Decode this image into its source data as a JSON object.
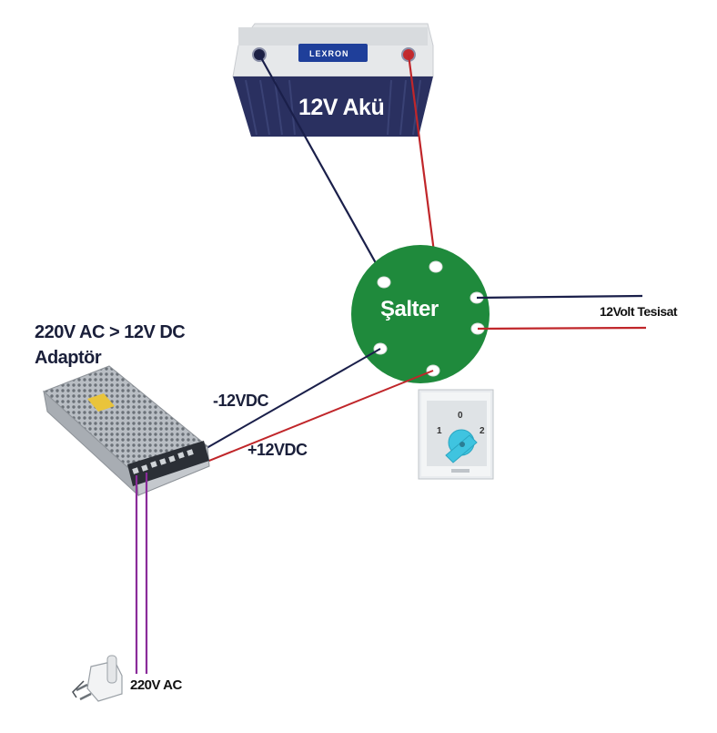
{
  "battery": {
    "label": "12V Akü",
    "brand": "LEXRON"
  },
  "switch": {
    "label": "Şalter"
  },
  "adapter": {
    "title_line1": "220V AC > 12V DC",
    "title_line2": "Adaptör"
  },
  "wires": {
    "neg_dc": "-12VDC",
    "pos_dc": "+12VDC",
    "installation": "12Volt Tesisat",
    "mains": "220V AC"
  },
  "rotary_switch": {
    "positions": [
      "1",
      "0",
      "2"
    ]
  },
  "colors": {
    "negative_wire": "#1a1f4a",
    "positive_wire": "#c0262a",
    "mains_wire": "#8a2b9a",
    "switch_disc": "#1f8a3c",
    "battery_body": "#2a3060",
    "knob": "#3fc4e0"
  }
}
